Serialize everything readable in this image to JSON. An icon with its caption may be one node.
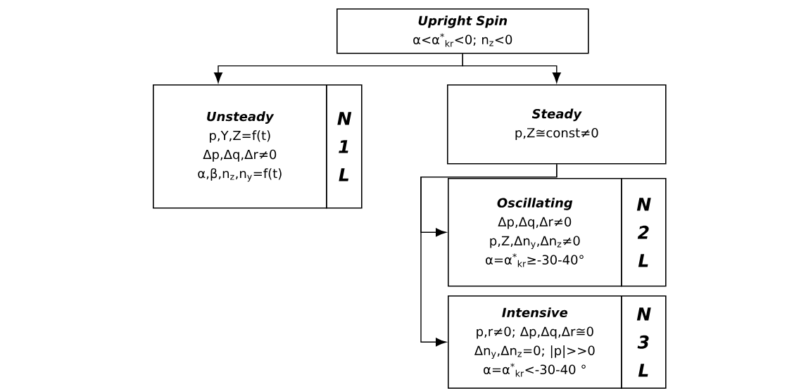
{
  "diagram": {
    "nodes": [
      {
        "text": [
          "Upright Spin",
          "α<α$^{*}$$_{kr}$<0; n$_{z}$<0"
        ]
      },
      {
        "text": [
          "Unsteady",
          "p,Y,Z=f(t)",
          "Δp,Δq,Δr≠0",
          "α,β,n$_{z}$,n$_{y}$=f(t)"
        ]
      },
      {
        "text": [
          "N 1 L"
        ]
      },
      {
        "text": [
          "Steady",
          "p,Z≅const≠0"
        ]
      },
      {
        "text": [
          "Oscillating",
          "Δp,Δq,Δr≠0",
          "p,Z,Δn$_{y}$,Δn$_{z}$≠0",
          "α=α$^{*}$$_{kr}$≥-30-40°"
        ]
      },
      {
        "text": [
          "N 2 L"
        ]
      },
      {
        "text": [
          "Intensive",
          "p,r≠0; Δp,Δq,Δr≅0",
          "Δn$_{y}$,Δn$_{z}$=0; |p|>>0",
          "α=α$^{*}$$_{kr}$<-30-40 °"
        ]
      },
      {
        "text": [
          "N 3 L"
        ]
      }
    ],
    "edges": [
      {
        "from": 0,
        "to": 1,
        "arrow": "to"
      },
      {
        "from": 0,
        "to": 3,
        "arrow": "to"
      },
      {
        "from": 3,
        "to": 4,
        "arrow": "to"
      },
      {
        "from": 3,
        "to": 6,
        "arrow": "to"
      }
    ]
  }
}
